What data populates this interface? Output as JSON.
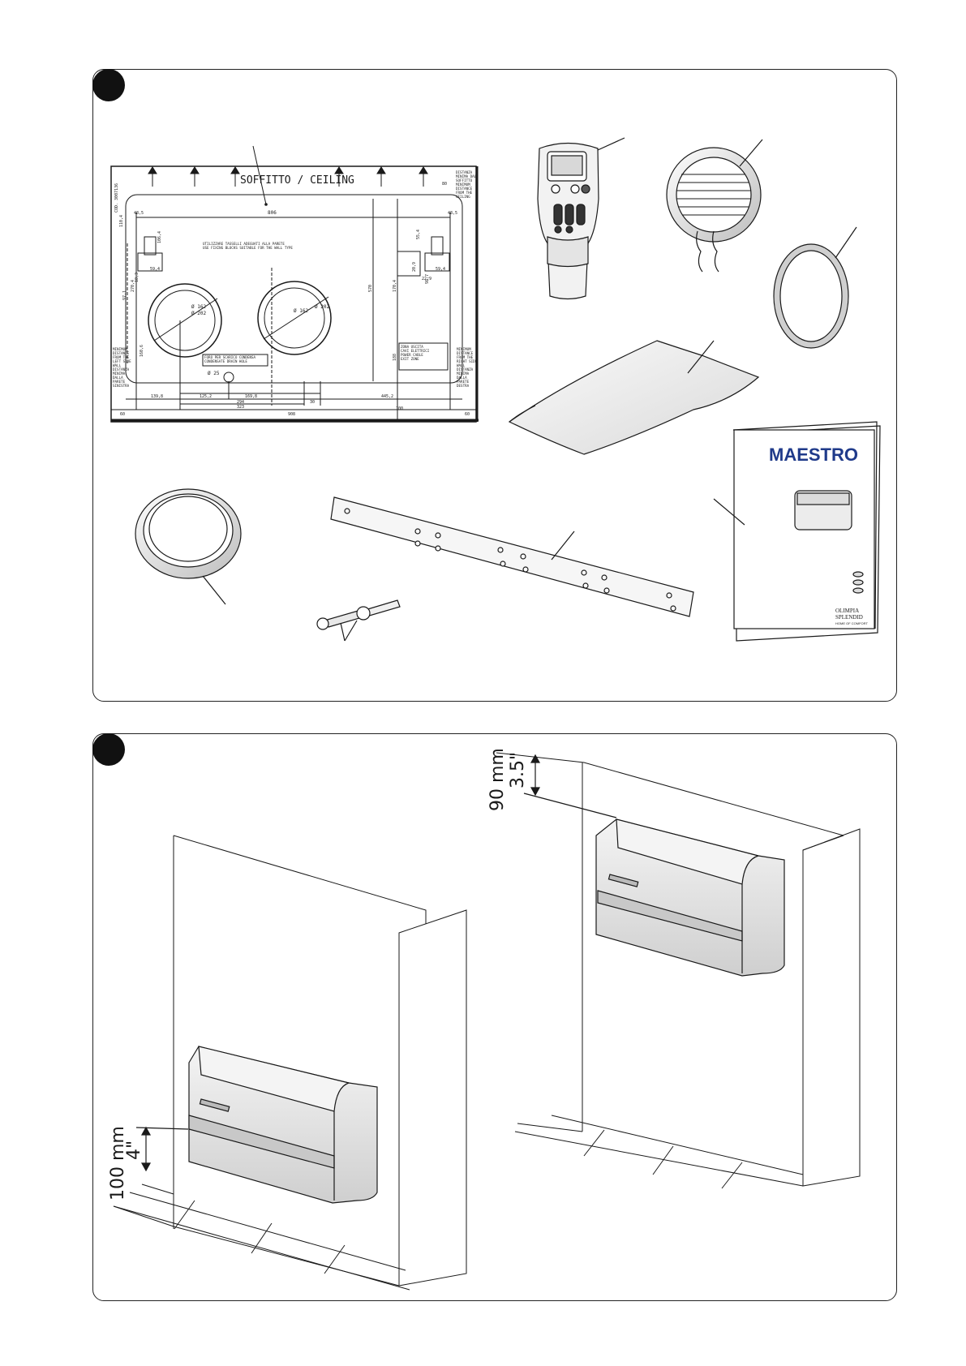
{
  "panel1": {
    "template": {
      "ceiling_label": "SOFFITTO / CEILING",
      "code": "COD. 3007136",
      "top_right_note": "DISTANZA\nMINIMA DAL\nSOFFITTO\nMINIMUM\nDISTANCE\nFROM THE\nCEILING",
      "dim_top": "806",
      "dim_left_margin": "48,5",
      "dim_right_margin": "48,5",
      "dim_small_left": "59,4",
      "dim_small_right": "59,4",
      "dim_v1": "270,4",
      "dim_v2": "570",
      "dim_v3": "170,4",
      "dim_v4": "188",
      "dim_v5": "160,6",
      "dim_v6": "97,1",
      "dim_22": "22,9",
      "dim_18": "18,3",
      "hole1_d1": "Ø 162",
      "hole1_d2": "Ø 202",
      "hole2_d1": "Ø 162",
      "hole2_d2": "Ø 202",
      "hole_small": "Ø 25",
      "drain_note": "FORO PER SCARICO CONDENSA\nCONDENSATE DRAIN HOLE",
      "drill_note": "UTILIZZARE TASSELLI ADEGUATI ALLA PARETE\nUSE FIXING BLOCKS SUITABLE FOR THE WALL TYPE",
      "power_note": "ZONA USCITA\nCAVI ELETTRICI\n\nPOWER CABLE\nEXIT ZONE",
      "left_note": "MINIMUM\nDISTANCE\nFROM THE\nLEFT SIDE\nWALL\n\nDISTANZA\nMINIMA\nDALLA\nPARETE\nSINISTRA",
      "right_note": "MINIMUM\nDISTANCE\nFROM THE\nRIGHT SIDE\nWALL\n\nDISTANZA\nMINIMA\nDALLA\nPARETE\nDESTRA",
      "dim_b1": "139,8",
      "dim_b2": "125,2",
      "dim_b3": "169,8",
      "dim_b4": "30",
      "dim_b5": "445,2",
      "dim_b6": "294",
      "dim_b7": "323",
      "dim_b8": "908",
      "dim_b9": "100",
      "dim_60l": "60",
      "dim_60r": "60",
      "dim_80": "80",
      "dim_110": "110,4",
      "dim_106": "106,4",
      "dim_55": "55,4",
      "dim_98": "98,7",
      "dim_20": "20,9"
    },
    "manual": {
      "brand": "MAESTRO",
      "maker_line1": "OLIMPIA",
      "maker_line2": "SPLENDID",
      "maker_line3": "HOME OF COMFORT"
    }
  },
  "panel2": {
    "left_clearance_mm": "100 mm",
    "left_clearance_in": "4\"",
    "right_clearance_mm": "90 mm",
    "right_clearance_in": "3.5\""
  },
  "colors": {
    "line": "#1a1a1a",
    "panel_fill": "#ffffff",
    "unit_body": "#ececec",
    "unit_shade": "#c8c8c8",
    "brand_blue": "#1f3a8a",
    "brand_red": "#d62828"
  }
}
